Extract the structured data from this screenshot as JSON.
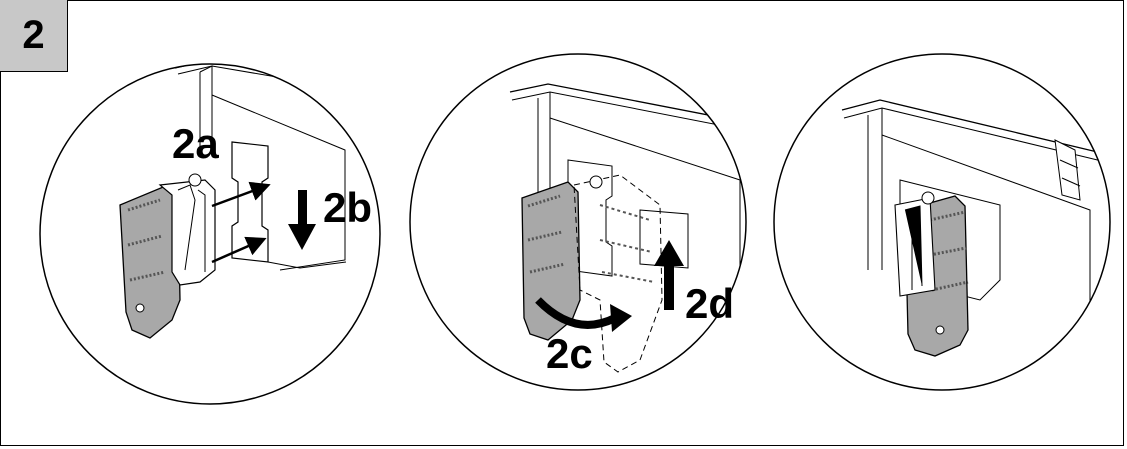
{
  "step": {
    "number": "2"
  },
  "labels": {
    "a": "2a",
    "b": "2b",
    "c": "2c",
    "d": "2d"
  },
  "colors": {
    "bracket_fill": "#a8a8a8",
    "bracket_dark": "#7a7a7a",
    "step_box_fill": "#c8c8c8",
    "outline": "#000000"
  }
}
